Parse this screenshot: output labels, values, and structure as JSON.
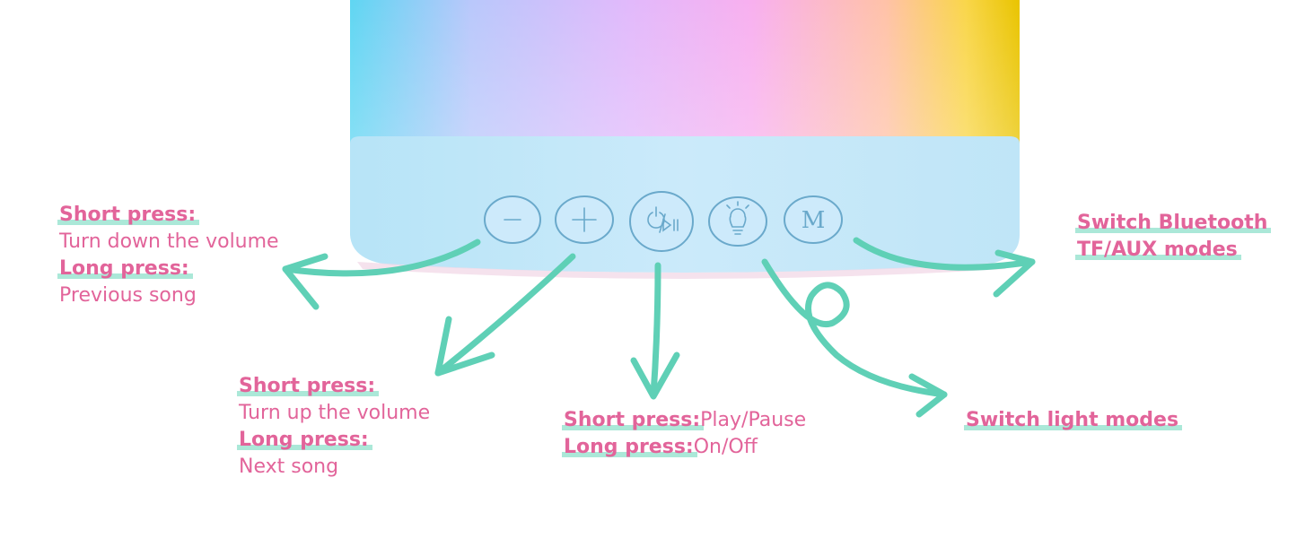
{
  "colors": {
    "text_pink": "#e2649a",
    "arrow_teal": "#5fd0b6",
    "base_blue": "#c6e8f8",
    "button_stroke": "#6aa9cb"
  },
  "buttons": [
    {
      "name": "volume-down-button",
      "icon": "minus-icon"
    },
    {
      "name": "volume-up-button",
      "icon": "plus-icon"
    },
    {
      "name": "play-pause-power-button",
      "icon": "power-play-pause-icon"
    },
    {
      "name": "light-mode-button",
      "icon": "lightbulb-icon"
    },
    {
      "name": "mode-button",
      "icon": "M",
      "glyph": "M"
    }
  ],
  "labels": {
    "volume_down": {
      "short_title": "Short press:",
      "short_text": "Turn down the volume",
      "long_title": "Long press:",
      "long_text": "Previous song"
    },
    "volume_up": {
      "short_title": "Short press:",
      "short_text": "Turn up the volume",
      "long_title": "Long press:",
      "long_text": "Next song"
    },
    "play": {
      "short_title": "Short press:",
      "short_text": "Play/Pause",
      "long_title": "Long press:",
      "long_text": "On/Off"
    },
    "light": {
      "title": "Switch light modes"
    },
    "mode": {
      "line1": "Switch Bluetooth",
      "line2": "TF/AUX modes"
    }
  }
}
